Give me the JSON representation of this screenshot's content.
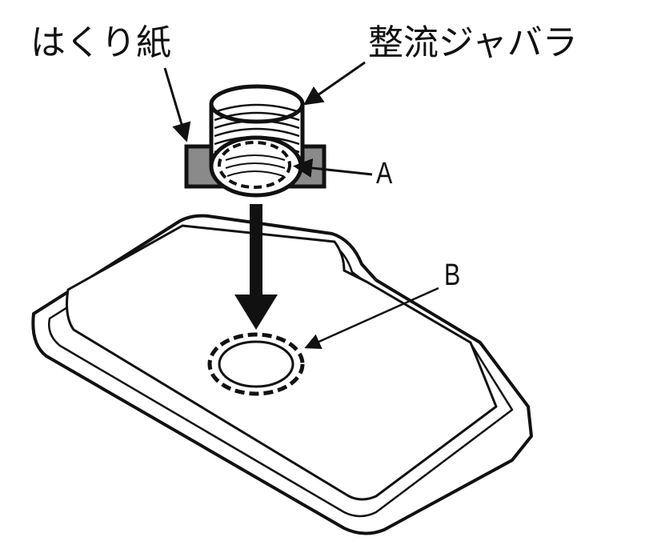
{
  "labels": {
    "release_paper": "はくり紙",
    "bellows": "整流ジャバラ",
    "point_a": "A",
    "point_b": "B"
  },
  "colors": {
    "line": "#111111",
    "paper_gray": "#8a8a8a"
  }
}
